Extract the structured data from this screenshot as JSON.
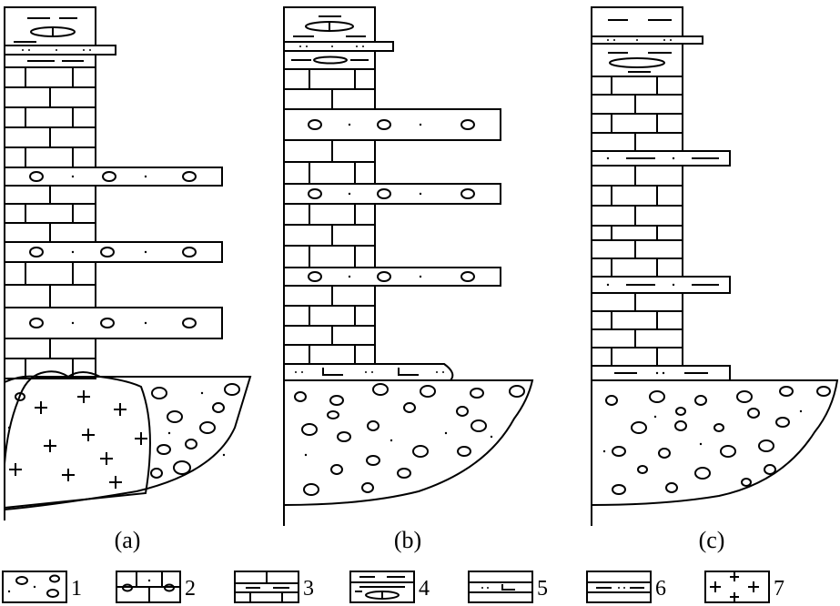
{
  "columns": [
    {
      "id": "a",
      "caption": "(a)"
    },
    {
      "id": "b",
      "caption": "(b)"
    },
    {
      "id": "c",
      "caption": "(c)"
    }
  ],
  "legend": [
    {
      "number": "1",
      "pattern": "conglomerate-icon"
    },
    {
      "number": "2",
      "pattern": "pebbly-limestone-icon"
    },
    {
      "number": "3",
      "pattern": "marly-limestone-icon"
    },
    {
      "number": "4",
      "pattern": "lens-shale-icon"
    },
    {
      "number": "5",
      "pattern": "siltstone-icon"
    },
    {
      "number": "6",
      "pattern": "silty-shale-icon"
    },
    {
      "number": "7",
      "pattern": "granite-icon"
    }
  ]
}
